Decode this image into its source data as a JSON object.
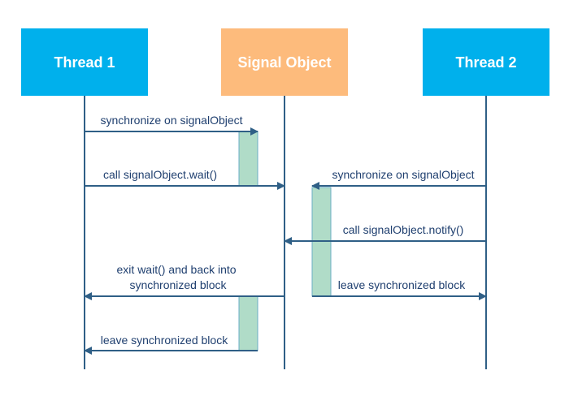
{
  "participants": [
    {
      "id": "thread1",
      "label": "Thread 1",
      "color": "#00B0EC"
    },
    {
      "id": "signal",
      "label": "Signal Object",
      "color": "#FDBB7C"
    },
    {
      "id": "thread2",
      "label": "Thread 2",
      "color": "#00B0EC"
    }
  ],
  "messages": {
    "m1": {
      "lines": [
        "synchronize on signalObject"
      ]
    },
    "m2": {
      "lines": [
        "call signalObject.wait()"
      ]
    },
    "m3": {
      "lines": [
        "synchronize on signalObject"
      ]
    },
    "m4": {
      "lines": [
        "call signalObject.notify()"
      ]
    },
    "m5": {
      "lines": [
        "exit wait() and back into",
        "synchronized block"
      ]
    },
    "m6": {
      "lines": [
        "leave synchronized block"
      ]
    },
    "m7": {
      "lines": [
        "leave synchronized block"
      ]
    }
  },
  "colors": {
    "line": "#2F5F86",
    "activation": "#B0DCC8",
    "text": "#1F3F6F"
  }
}
